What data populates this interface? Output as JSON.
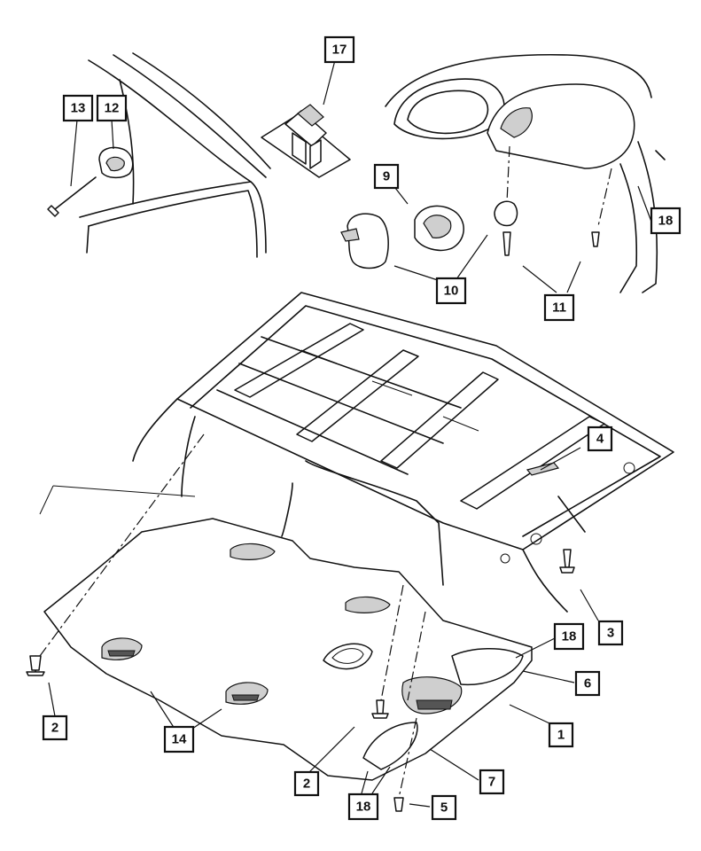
{
  "callouts": [
    {
      "id": "c1",
      "label": "1"
    },
    {
      "id": "c2a",
      "label": "2"
    },
    {
      "id": "c2b",
      "label": "2"
    },
    {
      "id": "c3",
      "label": "3"
    },
    {
      "id": "c4",
      "label": "4"
    },
    {
      "id": "c5",
      "label": "5"
    },
    {
      "id": "c6",
      "label": "6"
    },
    {
      "id": "c7",
      "label": "7"
    },
    {
      "id": "c9",
      "label": "9"
    },
    {
      "id": "c10",
      "label": "10"
    },
    {
      "id": "c11",
      "label": "11"
    },
    {
      "id": "c12",
      "label": "12"
    },
    {
      "id": "c13",
      "label": "13"
    },
    {
      "id": "c14",
      "label": "14"
    },
    {
      "id": "c17",
      "label": "17"
    },
    {
      "id": "c18a",
      "label": "18"
    },
    {
      "id": "c18b",
      "label": "18"
    },
    {
      "id": "c18c",
      "label": "18"
    }
  ]
}
